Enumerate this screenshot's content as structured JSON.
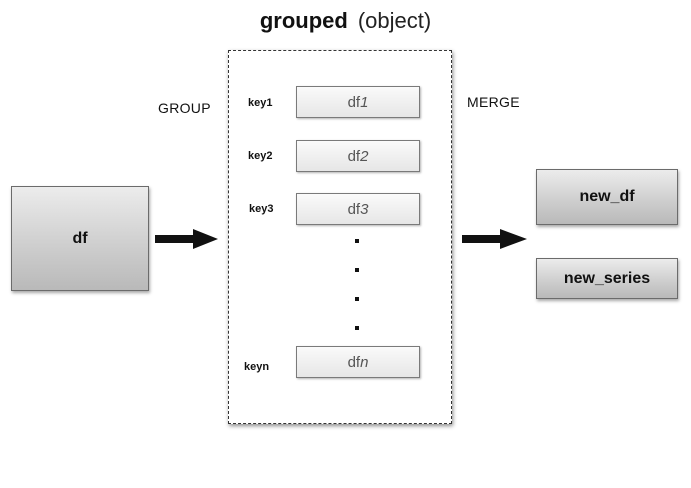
{
  "title": {
    "main": "grouped",
    "sub": "(object)"
  },
  "labels": {
    "group": "GROUP",
    "merge": "MERGE"
  },
  "source": {
    "label": "df"
  },
  "groups": [
    {
      "key": "key1",
      "df_prefix": "df",
      "df_suffix": "1"
    },
    {
      "key": "key2",
      "df_prefix": "df",
      "df_suffix": "2"
    },
    {
      "key": "key3",
      "df_prefix": "df",
      "df_suffix": "3"
    },
    {
      "key": "keyn",
      "df_prefix": "df",
      "df_suffix": "n"
    }
  ],
  "outputs": [
    {
      "label": "new_df"
    },
    {
      "label": "new_series"
    }
  ]
}
